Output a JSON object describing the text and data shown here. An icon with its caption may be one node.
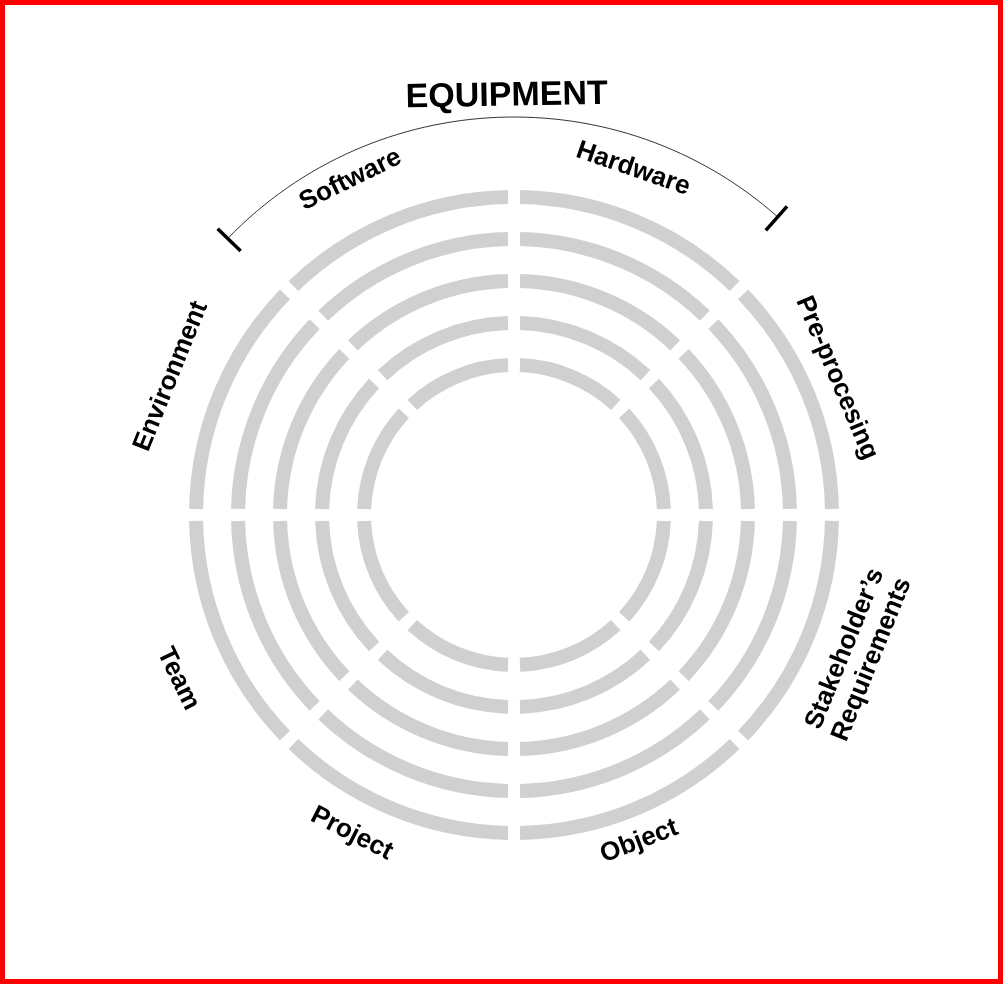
{
  "diagram": {
    "labels": [
      "EQUIPMENT",
      "Software",
      "Hardware",
      "Environment",
      "Pre-procesing",
      "Stakeholder’s Requirements",
      "Team",
      "Project",
      "Object"
    ]
  }
}
